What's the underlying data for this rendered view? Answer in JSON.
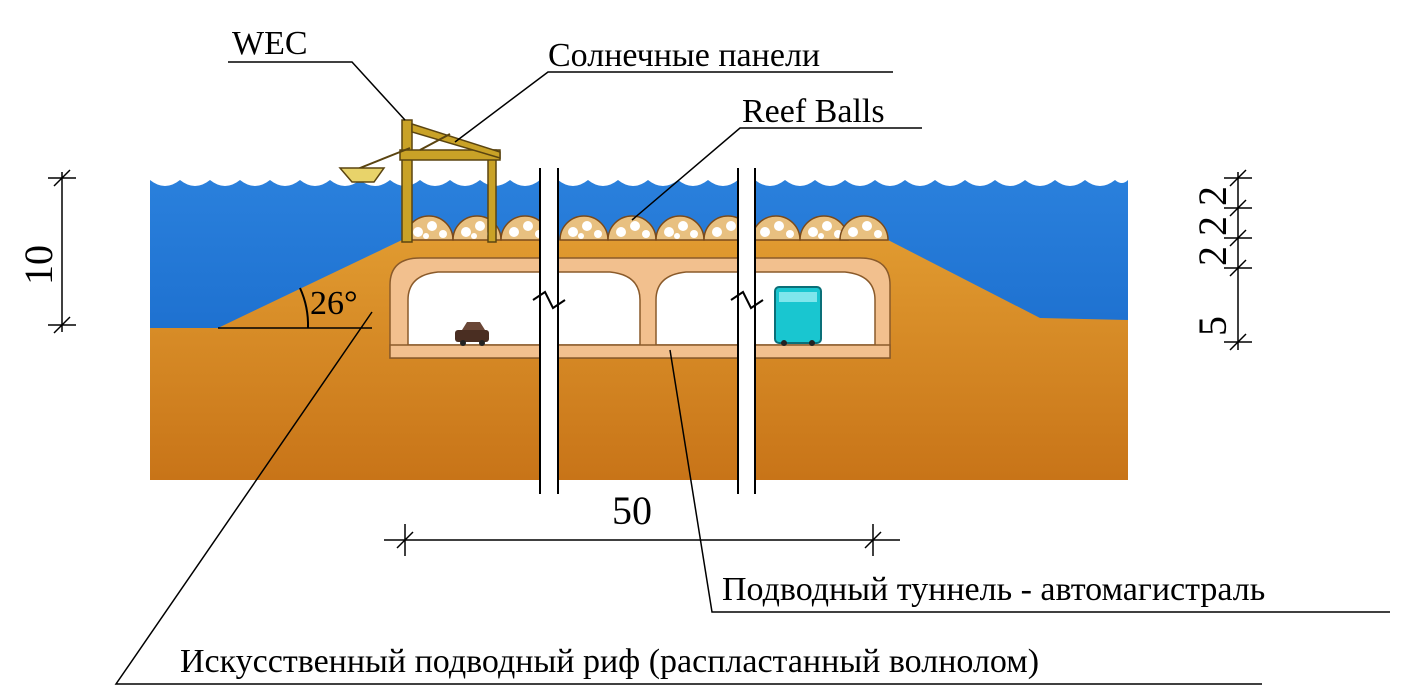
{
  "labels": {
    "wec": "WEC",
    "solar_panels": "Солнечные панели",
    "reef_balls": "Reef Balls",
    "tunnel": "Подводный туннель - автомагистраль",
    "reef": "Искусственный подводный риф (распластанный волнолом)"
  },
  "dimensions": {
    "depth_total": "10",
    "slope_angle": "26°",
    "width": "50",
    "layer_top": "2",
    "layer_second": "2",
    "layer_third": "2",
    "tunnel_height": "5"
  },
  "colors": {
    "water": "#1a6fd0",
    "sand": "#d4891e",
    "tunnel_wall": "#f2c08e",
    "tunnel_inside": "#ffffff",
    "crane": "#c9a227",
    "vehicle": "#19c6d0"
  }
}
